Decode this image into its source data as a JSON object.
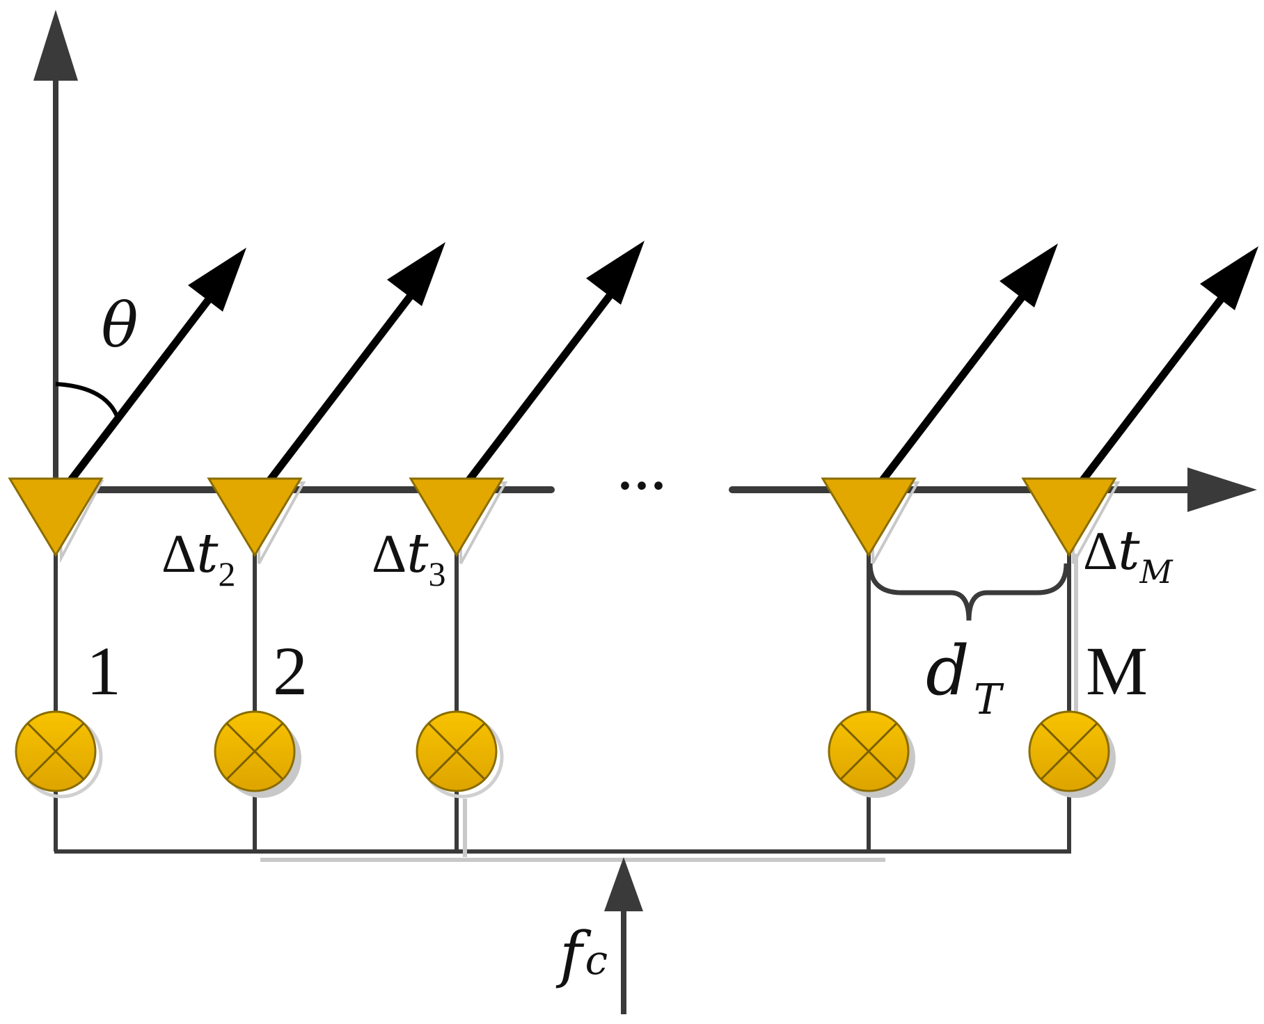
{
  "labels": {
    "theta": "θ",
    "ellipsis": "···",
    "delta": "Δ",
    "t": "t",
    "dt2_sub": "2",
    "dt3_sub": "3",
    "dtM_sub": "M",
    "num_1": "1",
    "num_2": "2",
    "num_M": "M",
    "d": "d",
    "d_sub": "T",
    "f": "f",
    "f_sub": "c"
  },
  "colors": {
    "line": "#3a3a3a",
    "arrow": "#000000",
    "antenna_fill": "#e3a800",
    "antenna_stroke": "#8a6d00",
    "mixer_top": "#f7bf00",
    "mixer_bottom": "#e0a600",
    "shadow": "#c8c8c8"
  },
  "icons": {
    "antenna": "triangle-antenna-icon",
    "mixer": "circle-cross-mixer-icon"
  }
}
